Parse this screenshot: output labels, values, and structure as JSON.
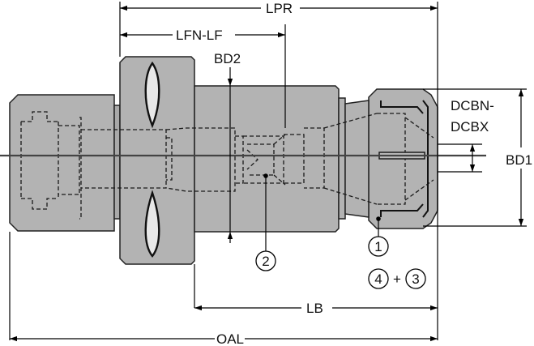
{
  "labels": {
    "lpr": "LPR",
    "lfn_lf": "LFN-LF",
    "bd2": "BD2",
    "dcbn": "DCBN-",
    "dcbx": "DCBX",
    "bd1": "BD1",
    "lb": "LB",
    "oal": "OAL",
    "callout_1": "1",
    "callout_2": "2",
    "callout_3": "3",
    "callout_4": "4",
    "plus": "+"
  },
  "colors": {
    "body_fill": "#b3b3b3",
    "body_stroke": "#222222",
    "hidden_line": "#1a1a1a",
    "centerline": "#444444",
    "dimension": "#000000"
  }
}
